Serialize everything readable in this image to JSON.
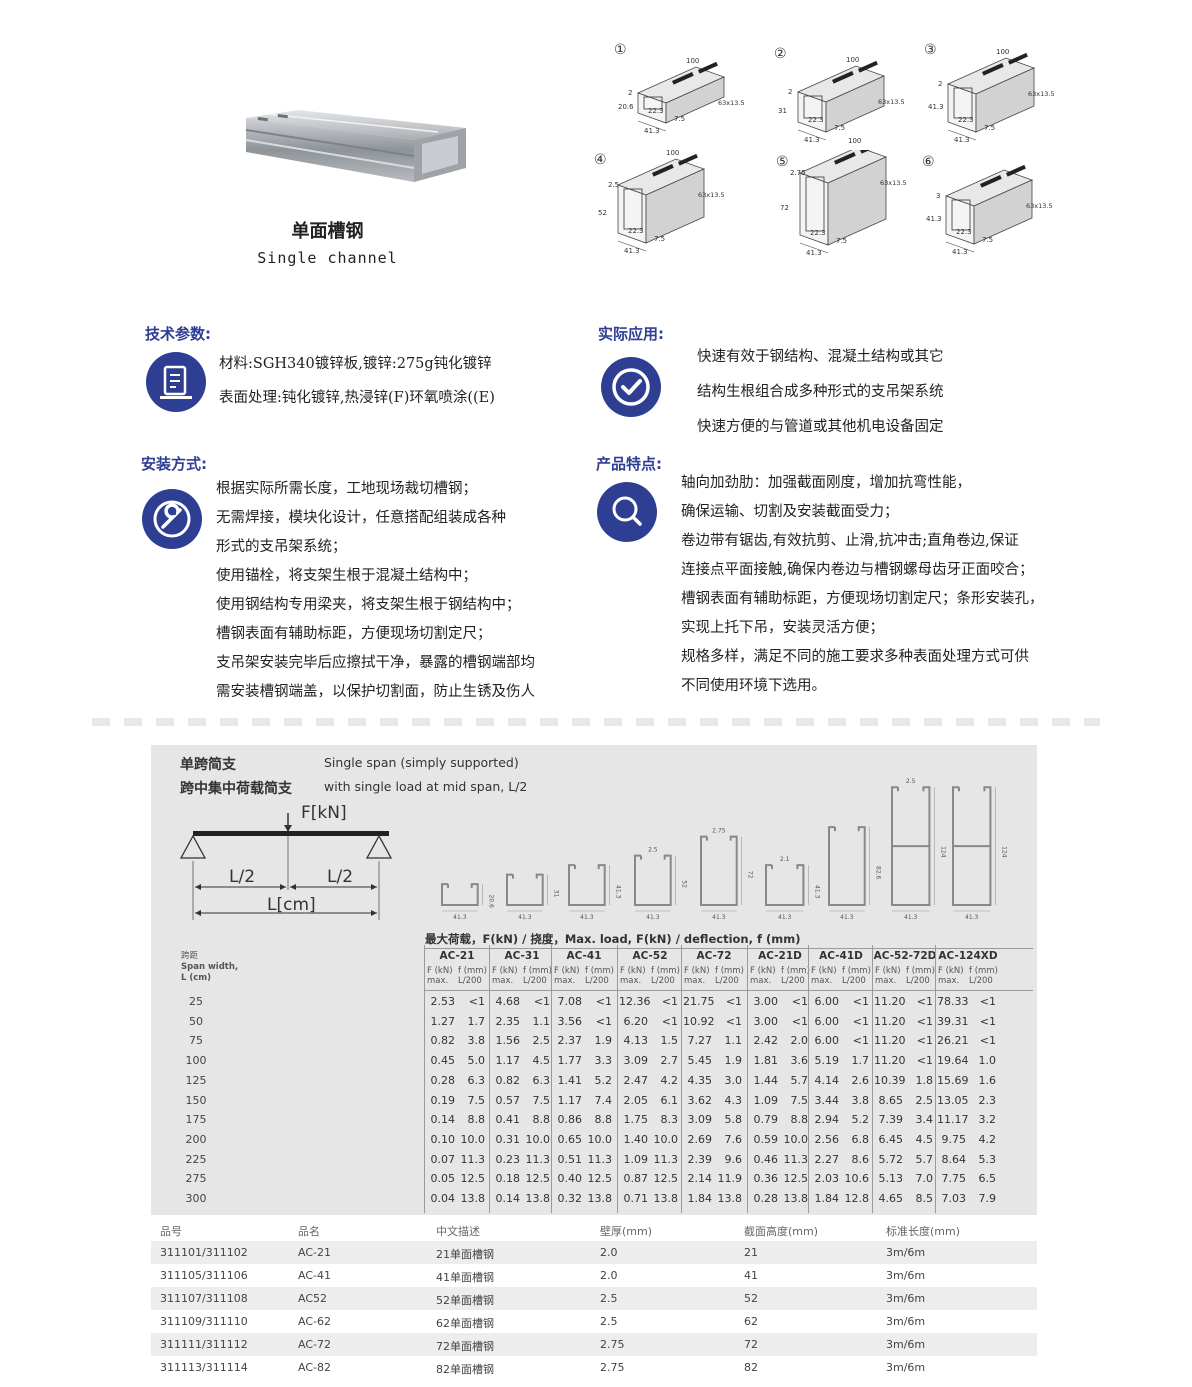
{
  "product": {
    "title": "单面槽钢",
    "subtitle": "Single channel"
  },
  "drawings": {
    "items": [
      {
        "num": "①",
        "w": "100",
        "slot": "63x13.5",
        "h": "20.6",
        "t": "2",
        "lip": "22.3",
        "lip2": "7.5",
        "base": "41.3"
      },
      {
        "num": "②",
        "w": "100",
        "slot": "63x13.5",
        "h": "31",
        "t": "2",
        "lip": "22.3",
        "lip2": "7.5",
        "base": "41.3"
      },
      {
        "num": "③",
        "w": "100",
        "slot": "63x13.5",
        "h": "41.3",
        "t": "2",
        "lip": "22.3",
        "lip2": "7.5",
        "base": "41.3"
      },
      {
        "num": "④",
        "w": "100",
        "slot": "63x13.5",
        "h": "52",
        "t": "2.5",
        "lip": "22.3",
        "lip2": "7.5",
        "base": "41.3"
      },
      {
        "num": "⑤",
        "w": "100",
        "slot": "63x13.5",
        "h": "72",
        "t": "2.75",
        "lip": "22.3",
        "lip2": "7.5",
        "base": "41.3"
      },
      {
        "num": "⑥",
        "w": "",
        "slot": "63x13.5",
        "h": "41.3",
        "t": "3",
        "lip": "22.3",
        "lip2": "7.5",
        "base": "41.3"
      }
    ]
  },
  "tech": {
    "heading": "技术参数:",
    "lines": [
      "材料:SGH340镀锌板,镀锌:275g钝化镀锌",
      "表面处理:钝化镀锌,热浸锌(F)环氧喷涂((E)"
    ]
  },
  "application": {
    "heading": "实际应用:",
    "lines": [
      "快速有效于钢结构、混凝土结构或其它",
      "结构生根组合成多种形式的支吊架系统",
      "快速方便的与管道或其他机电设备固定"
    ]
  },
  "install": {
    "heading": "安装方式:",
    "lines": [
      "根据实际所需长度，工地现场裁切槽钢；",
      "无需焊接，模块化设计，任意搭配组装成各种",
      "形式的支吊架系统；",
      "使用锚栓，将支架生根于混凝土结构中；",
      "使用钢结构专用梁夹，将支架生根于钢结构中；",
      "槽钢表面有辅助标距，方便现场切割定尺；",
      "支吊架安装完毕后应擦拭干净，暴露的槽钢端部均",
      "需安装槽钢端盖，以保护切割面，防止生锈及伤人"
    ]
  },
  "features": {
    "heading": "产品特点:",
    "lines": [
      "轴向加劲肋：加强截面刚度，增加抗弯性能，",
      "确保运输、切割及安装截面受力；",
      "卷边带有锯齿,有效抗剪、止滑,抗冲击;直角卷边,保证",
      "连接点平面接触,确保内卷边与槽钢螺母齿牙正面咬合；",
      "槽钢表面有辅助标距，方便现场切割定尺；条形安装孔，",
      "实现上托下吊，安装灵活方便；",
      "规格多样，满足不同的施工要求多种表面处理方式可供",
      "不同使用环境下选用。"
    ]
  },
  "load": {
    "cn_title1": "单跨简支",
    "cn_title2": "跨中集中荷载简支",
    "en_title1": "Single span (simply supported)",
    "en_title2": "with single load at mid span, L/2",
    "force_label": "F[kN]",
    "half_left": "L/2",
    "half_right": "L/2",
    "span_label": "L[cm]",
    "table_title": "最大荷载，F(kN) / 挠度，Max. load, F(kN) / deflection, f (mm)",
    "span_head": [
      "跨距",
      "Span width,",
      "L (cm)"
    ],
    "sub_head_f": [
      "F (kN)",
      "max."
    ],
    "sub_head_d": [
      "f (mm)",
      "L/200"
    ],
    "section_dims": [
      {
        "h": "20.6",
        "w": "41.3"
      },
      {
        "h": "31",
        "w": "41.3"
      },
      {
        "h": "41.3",
        "w": "41.3"
      },
      {
        "h": "52",
        "w": "41.3",
        "t": "2.5"
      },
      {
        "h": "72",
        "w": "41.3",
        "t": "2.75"
      },
      {
        "h": "41.3",
        "w": "41.3",
        "t": "2.1"
      },
      {
        "h": "82.6",
        "w": "41.3"
      },
      {
        "h": "124",
        "w": "41.3",
        "t": "2.5"
      },
      {
        "h": "124",
        "w": "41.3"
      }
    ],
    "models": [
      "AC-21",
      "AC-31",
      "AC-41",
      "AC-52",
      "AC-72",
      "AC-21D",
      "AC-41D",
      "AC-52-72D",
      "AC-124XD"
    ],
    "spans": [
      "25",
      "50",
      "75",
      "100",
      "125",
      "150",
      "175",
      "200",
      "225",
      "275",
      "300"
    ],
    "rows": [
      [
        [
          "2.53",
          "<1"
        ],
        [
          "4.68",
          "<1"
        ],
        [
          "7.08",
          "<1"
        ],
        [
          "12.36",
          "<1"
        ],
        [
          "21.75",
          "<1"
        ],
        [
          "3.00",
          "<1"
        ],
        [
          "6.00",
          "<1"
        ],
        [
          "11.20",
          "<1"
        ],
        [
          "78.33",
          "<1"
        ]
      ],
      [
        [
          "1.27",
          "1.7"
        ],
        [
          "2.35",
          "1.1"
        ],
        [
          "3.56",
          "<1"
        ],
        [
          "6.20",
          "<1"
        ],
        [
          "10.92",
          "<1"
        ],
        [
          "3.00",
          "<1"
        ],
        [
          "6.00",
          "<1"
        ],
        [
          "11.20",
          "<1"
        ],
        [
          "39.31",
          "<1"
        ]
      ],
      [
        [
          "0.82",
          "3.8"
        ],
        [
          "1.56",
          "2.5"
        ],
        [
          "2.37",
          "1.9"
        ],
        [
          "4.13",
          "1.5"
        ],
        [
          "7.27",
          "1.1"
        ],
        [
          "2.42",
          "2.0"
        ],
        [
          "6.00",
          "<1"
        ],
        [
          "11.20",
          "<1"
        ],
        [
          "26.21",
          "<1"
        ]
      ],
      [
        [
          "0.45",
          "5.0"
        ],
        [
          "1.17",
          "4.5"
        ],
        [
          "1.77",
          "3.3"
        ],
        [
          "3.09",
          "2.7"
        ],
        [
          "5.45",
          "1.9"
        ],
        [
          "1.81",
          "3.6"
        ],
        [
          "5.19",
          "1.7"
        ],
        [
          "11.20",
          "<1"
        ],
        [
          "19.64",
          "1.0"
        ]
      ],
      [
        [
          "0.28",
          "6.3"
        ],
        [
          "0.82",
          "6.3"
        ],
        [
          "1.41",
          "5.2"
        ],
        [
          "2.47",
          "4.2"
        ],
        [
          "4.35",
          "3.0"
        ],
        [
          "1.44",
          "5.7"
        ],
        [
          "4.14",
          "2.6"
        ],
        [
          "10.39",
          "1.8"
        ],
        [
          "15.69",
          "1.6"
        ]
      ],
      [
        [
          "0.19",
          "7.5"
        ],
        [
          "0.57",
          "7.5"
        ],
        [
          "1.17",
          "7.4"
        ],
        [
          "2.05",
          "6.1"
        ],
        [
          "3.62",
          "4.3"
        ],
        [
          "1.09",
          "7.5"
        ],
        [
          "3.44",
          "3.8"
        ],
        [
          "8.65",
          "2.5"
        ],
        [
          "13.05",
          "2.3"
        ]
      ],
      [
        [
          "0.14",
          "8.8"
        ],
        [
          "0.41",
          "8.8"
        ],
        [
          "0.86",
          "8.8"
        ],
        [
          "1.75",
          "8.3"
        ],
        [
          "3.09",
          "5.8"
        ],
        [
          "0.79",
          "8.8"
        ],
        [
          "2.94",
          "5.2"
        ],
        [
          "7.39",
          "3.4"
        ],
        [
          "11.17",
          "3.2"
        ]
      ],
      [
        [
          "0.10",
          "10.0"
        ],
        [
          "0.31",
          "10.0"
        ],
        [
          "0.65",
          "10.0"
        ],
        [
          "1.40",
          "10.0"
        ],
        [
          "2.69",
          "7.6"
        ],
        [
          "0.59",
          "10.0"
        ],
        [
          "2.56",
          "6.8"
        ],
        [
          "6.45",
          "4.5"
        ],
        [
          "9.75",
          "4.2"
        ]
      ],
      [
        [
          "0.07",
          "11.3"
        ],
        [
          "0.23",
          "11.3"
        ],
        [
          "0.51",
          "11.3"
        ],
        [
          "1.09",
          "11.3"
        ],
        [
          "2.39",
          "9.6"
        ],
        [
          "0.46",
          "11.3"
        ],
        [
          "2.27",
          "8.6"
        ],
        [
          "5.72",
          "5.7"
        ],
        [
          "8.64",
          "5.3"
        ]
      ],
      [
        [
          "0.05",
          "12.5"
        ],
        [
          "0.18",
          "12.5"
        ],
        [
          "0.40",
          "12.5"
        ],
        [
          "0.87",
          "12.5"
        ],
        [
          "2.14",
          "11.9"
        ],
        [
          "0.36",
          "12.5"
        ],
        [
          "2.03",
          "10.6"
        ],
        [
          "5.13",
          "7.0"
        ],
        [
          "7.75",
          "6.5"
        ]
      ],
      [
        [
          "0.04",
          "13.8"
        ],
        [
          "0.14",
          "13.8"
        ],
        [
          "0.32",
          "13.8"
        ],
        [
          "0.71",
          "13.8"
        ],
        [
          "1.84",
          "13.8"
        ],
        [
          "0.28",
          "13.8"
        ],
        [
          "1.84",
          "12.8"
        ],
        [
          "4.65",
          "8.5"
        ],
        [
          "7.03",
          "7.9"
        ]
      ]
    ]
  },
  "products": {
    "headers": [
      "品号",
      "品名",
      "中文描述",
      "壁厚(mm)",
      "截面高度(mm)",
      "标准长度(mm)"
    ],
    "rows": [
      [
        "311101/311102",
        "AC-21",
        "21单面槽钢",
        "2.0",
        "21",
        "3m/6m"
      ],
      [
        "311105/311106",
        "AC-41",
        "41单面槽钢",
        "2.0",
        "41",
        "3m/6m"
      ],
      [
        "311107/311108",
        "AC52",
        "52单面槽钢",
        "2.5",
        "52",
        "3m/6m"
      ],
      [
        "311109/311110",
        "AC-62",
        "62单面槽钢",
        "2.5",
        "62",
        "3m/6m"
      ],
      [
        "311111/311112",
        "AC-72",
        "72单面槽钢",
        "2.75",
        "72",
        "3m/6m"
      ],
      [
        "311113/311114",
        "AC-82",
        "82单面槽钢",
        "2.75",
        "82",
        "3m/6m"
      ]
    ]
  }
}
